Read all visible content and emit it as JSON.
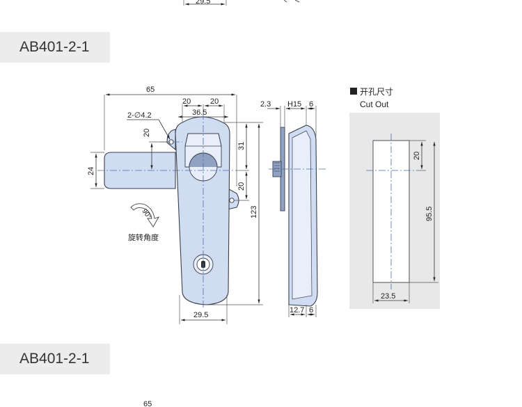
{
  "sections": {
    "top_label": "AB401-2-1",
    "bottom_label": "AB401-2-1"
  },
  "front_view": {
    "dims": {
      "overall_width": "65",
      "upper_left": "20",
      "upper_right": "20",
      "inner_width": "36.5",
      "hole_callout": "2-∅4.2",
      "hole_offset": "20",
      "handle_width": "24",
      "top_section": "31",
      "mid_section": "20",
      "overall_height": "123",
      "base_width": "29.5"
    },
    "rotation": {
      "angle": "90°",
      "label": "旋转角度"
    }
  },
  "side_view": {
    "dims": {
      "top_a": "2.3",
      "top_b": "H15",
      "top_c": "6",
      "bottom_a": "12.7",
      "bottom_b": "6"
    }
  },
  "cutout": {
    "title_cn": "开孔尺寸",
    "title_en": "Cut Out",
    "dims": {
      "top_offset": "20",
      "height": "95.5",
      "width": "23.5"
    }
  },
  "top_partial_dim": "29.5",
  "bottom_partial_dim": "65",
  "colors": {
    "body": "#cfdcf2",
    "panel": "#e8e8e8",
    "tab": "#ececec"
  }
}
